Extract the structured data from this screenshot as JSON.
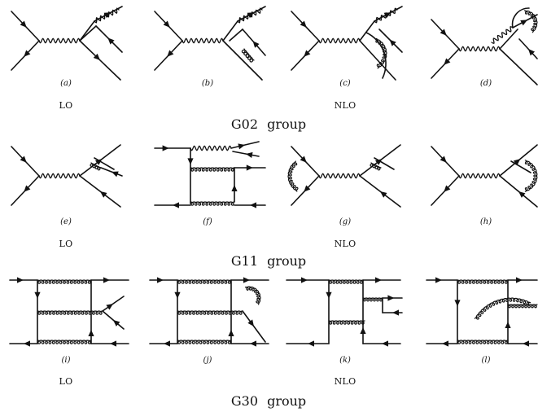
{
  "diagrams": [
    {
      "id": "a",
      "label": "(a)"
    },
    {
      "id": "b",
      "label": "(b)"
    },
    {
      "id": "c",
      "label": "(c)"
    },
    {
      "id": "d",
      "label": "(d)"
    },
    {
      "id": "e",
      "label": "(e)"
    },
    {
      "id": "f",
      "label": "(f)"
    },
    {
      "id": "g",
      "label": "(g)"
    },
    {
      "id": "h",
      "label": "(h)"
    },
    {
      "id": "i",
      "label": "(i)"
    },
    {
      "id": "j",
      "label": "(j)"
    },
    {
      "id": "k",
      "label": "(k)"
    },
    {
      "id": "l",
      "label": "(l)"
    }
  ],
  "rows": [
    {
      "lo": "LO",
      "nlo": "NLO",
      "group": "G02  group"
    },
    {
      "lo": "LO",
      "nlo": "NLO",
      "group": "G11  group"
    },
    {
      "lo": "LO",
      "nlo": "NLO",
      "group": "G30  group"
    }
  ]
}
